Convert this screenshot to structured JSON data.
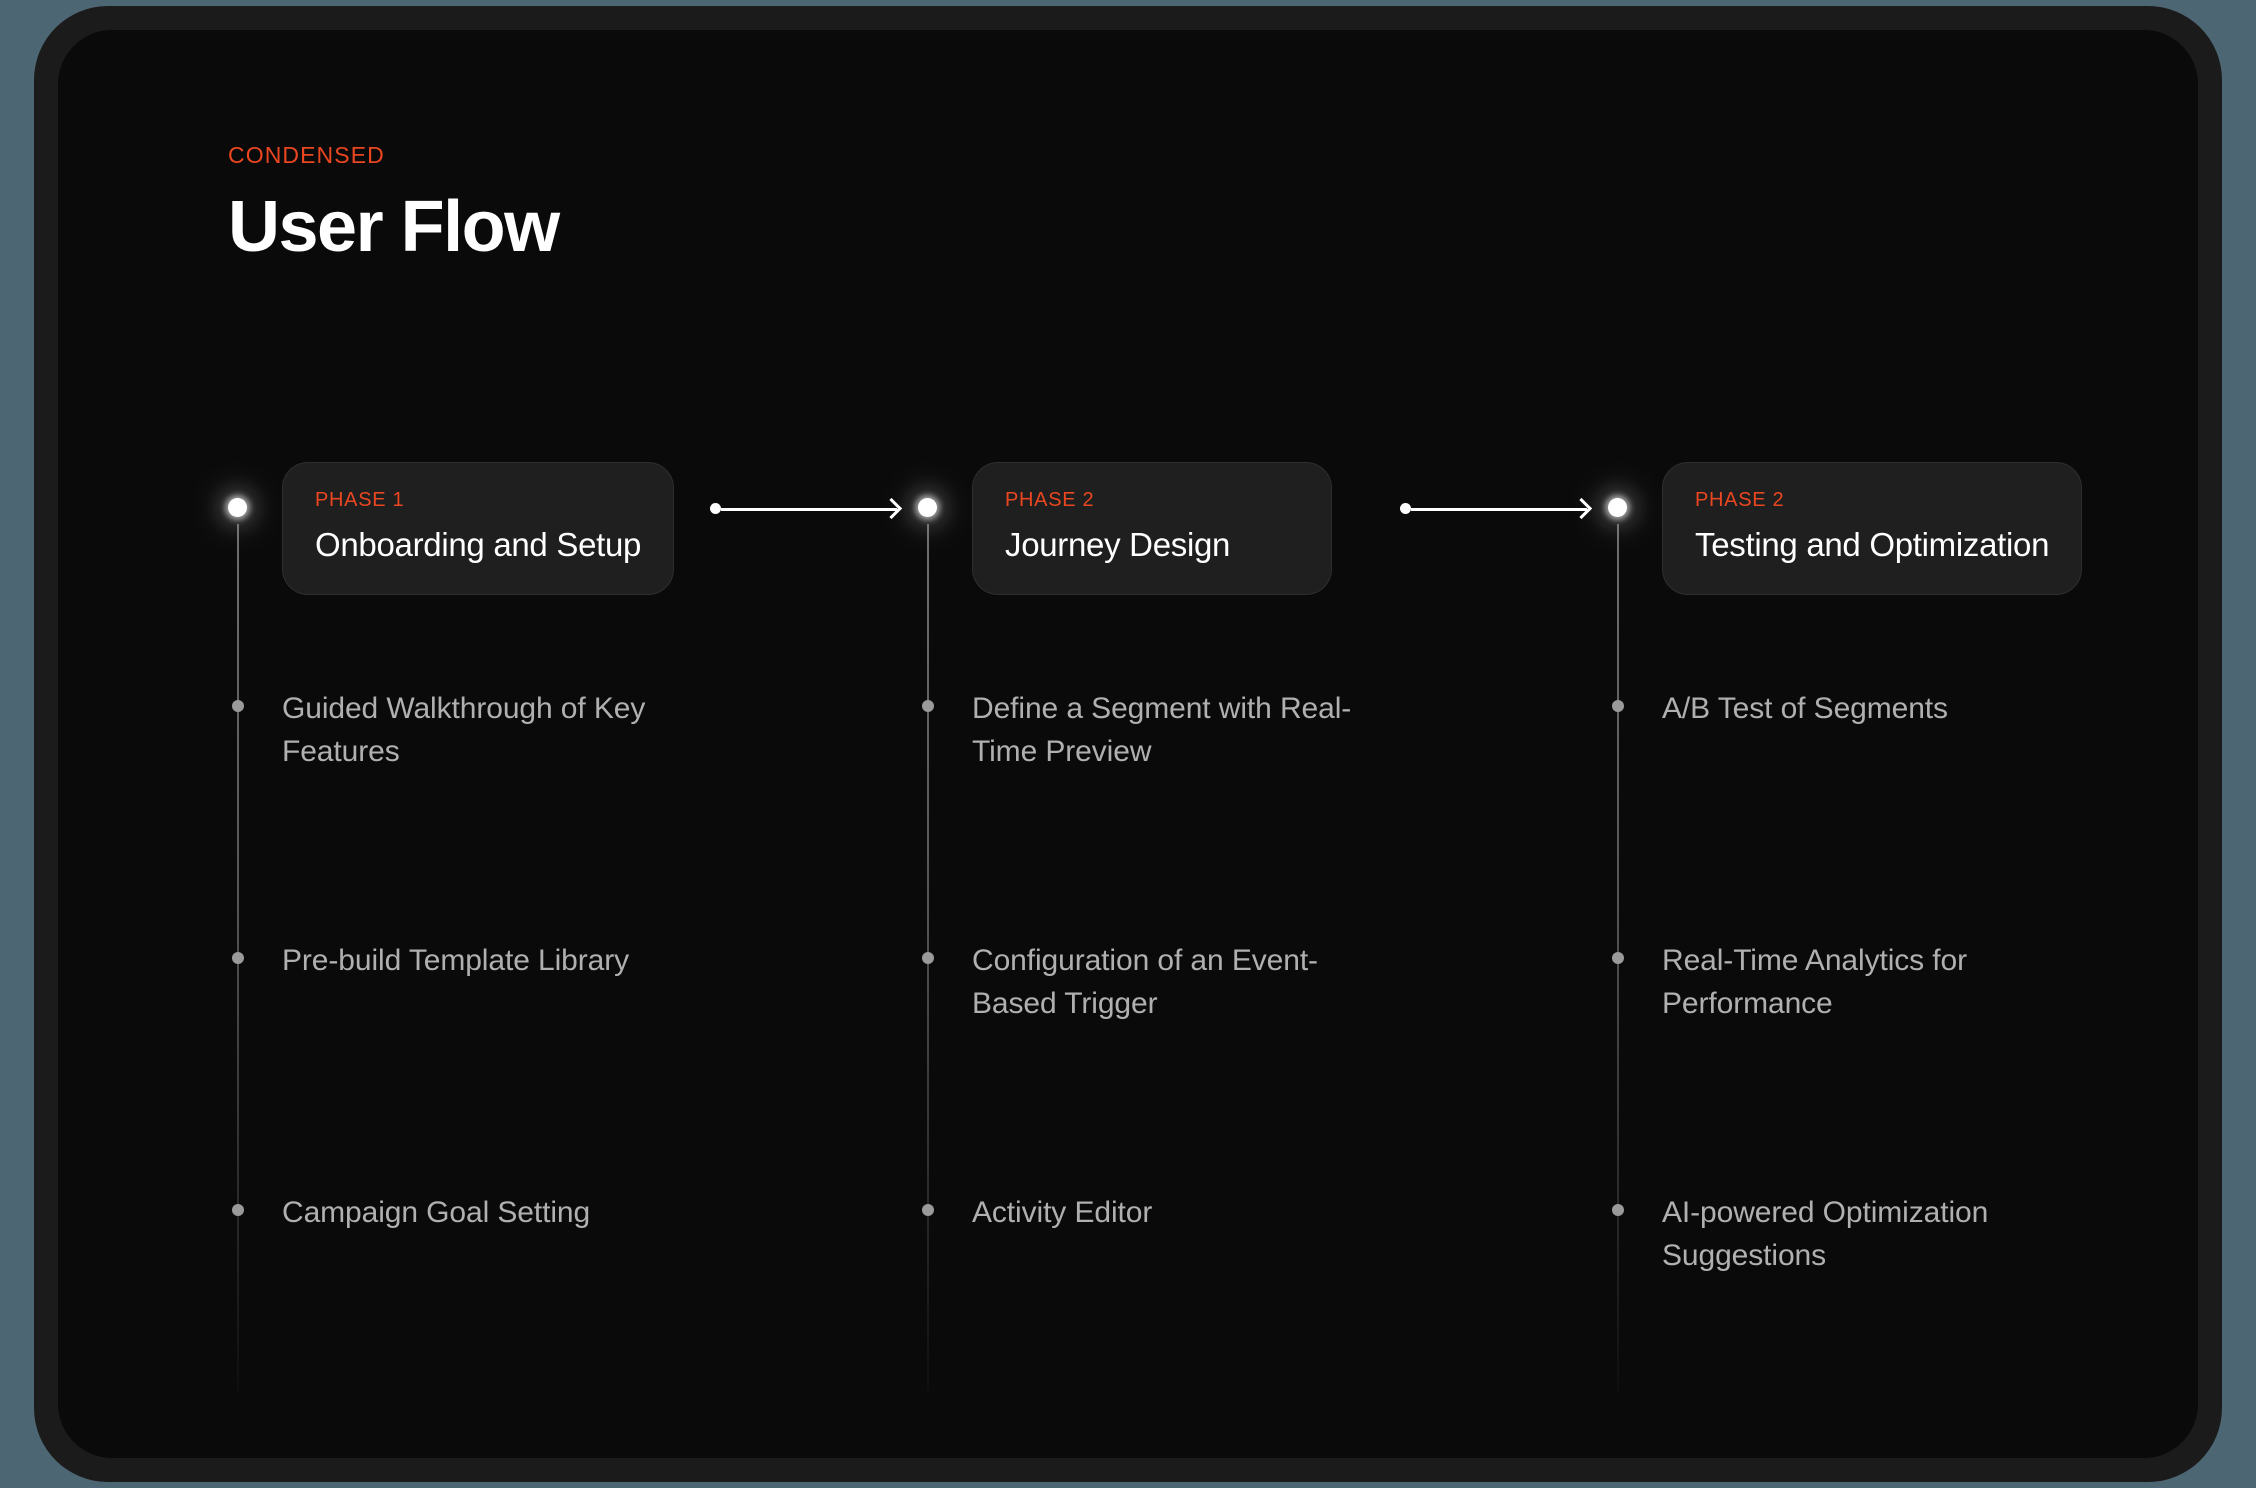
{
  "theme": {
    "page_background": "#4c6773",
    "frame_color": "#1b1b1b",
    "screen_background": "#0a0a0a",
    "accent": "#ea4620",
    "card_background": "#1f1f1f",
    "card_border": "#2e2e2e",
    "title_color": "#ffffff",
    "body_text_color": "#b0b0b0",
    "node_color": "#ffffff",
    "rail_color": "#8c8c8c"
  },
  "header": {
    "eyebrow": "CONDENSED",
    "title": "User Flow"
  },
  "flow": {
    "columns": [
      {
        "phase_tag": "PHASE 1",
        "phase_name": "Onboarding and Setup",
        "items": [
          "Guided Walkthrough of Key Features",
          "Pre-build Template Library",
          "Campaign Goal Setting"
        ]
      },
      {
        "phase_tag": "PHASE 2",
        "phase_name": "Journey Design",
        "items": [
          "Define a Segment with Real-Time Preview",
          "Configuration of an Event-Based Trigger",
          "Activity Editor"
        ]
      },
      {
        "phase_tag": "PHASE 2",
        "phase_name": "Testing and Optimization",
        "items": [
          "A/B Test of Segments",
          "Real-Time Analytics for Performance",
          "AI-powered Optimization Suggestions"
        ]
      }
    ],
    "connectors": [
      {
        "from": "Onboarding and Setup",
        "to": "Journey Design",
        "direction": "right"
      },
      {
        "from": "Journey Design",
        "to": "Testing and Optimization",
        "direction": "right"
      }
    ]
  }
}
